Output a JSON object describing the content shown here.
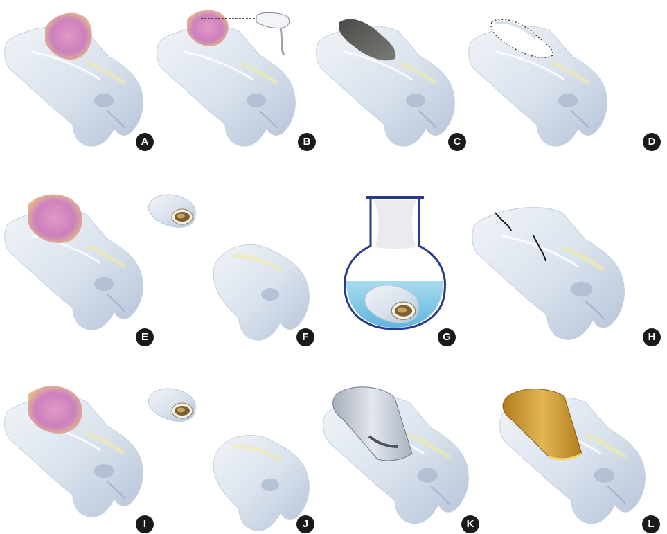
{
  "panels": [
    {
      "id": "a",
      "label": "A"
    },
    {
      "id": "b",
      "label": "B"
    },
    {
      "id": "c",
      "label": "C"
    },
    {
      "id": "d",
      "label": "D"
    },
    {
      "id": "e",
      "label": "E"
    },
    {
      "id": "f",
      "label": "F"
    },
    {
      "id": "g",
      "label": "G"
    },
    {
      "id": "h",
      "label": "H"
    },
    {
      "id": "i",
      "label": "I"
    },
    {
      "id": "j",
      "label": "J"
    },
    {
      "id": "k",
      "label": "K"
    },
    {
      "id": "l",
      "label": "L"
    }
  ],
  "colors": {
    "bone": "#dfe6ef",
    "bone_shadow": "#9fb1c9",
    "bone_highlight": "#f3eec8",
    "tumor": "#d987b8",
    "cement": "#5a5a58",
    "flask_glass": "#2a3a8a",
    "flask_liquid": "#8fd0ea",
    "allograft_sleeve": "#c9cfd8",
    "autograft_sleeve": "#d9a63a",
    "badge": "#1a1a1a"
  }
}
